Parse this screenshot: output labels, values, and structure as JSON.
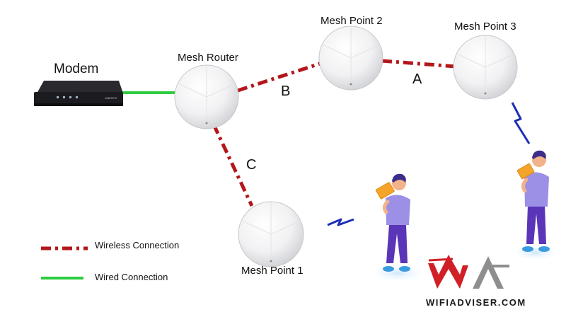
{
  "nodes": {
    "modem": "Modem",
    "mesh_router": "Mesh Router",
    "mesh_point_1": "Mesh Point 1",
    "mesh_point_2": "Mesh Point 2",
    "mesh_point_3": "Mesh Point 3"
  },
  "links": {
    "a": "A",
    "b": "B",
    "c": "C"
  },
  "legend": {
    "wireless": "Wireless Connection",
    "wired": "Wired Connection"
  },
  "brand": {
    "modem_badge": "LINKSYS",
    "watermark": "WIFIADVISER.COM"
  },
  "colors": {
    "wireless": "#b3161b",
    "wired": "#2ecc40",
    "signal": "#1f2fb5",
    "person_shirt": "#9b8fe6",
    "person_pants": "#5a35b8",
    "logo_red": "#d11f26",
    "logo_gray": "#8e8e8e"
  }
}
